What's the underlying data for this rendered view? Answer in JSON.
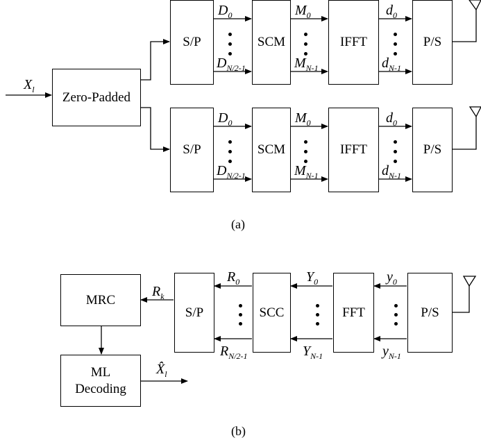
{
  "transmitter": {
    "input": {
      "main": "X",
      "sub": "l"
    },
    "zero_padded": "Zero-Padded",
    "branch": {
      "sp": "S/P",
      "scm": "SCM",
      "ifft": "IFFT",
      "ps": "P/S",
      "d_top": {
        "main": "D",
        "sub": "0"
      },
      "d_bot": {
        "main": "D",
        "sub": "N/2-1"
      },
      "m_top": {
        "main": "M",
        "sub": "0"
      },
      "m_bot": {
        "main": "M",
        "sub": "N-1"
      },
      "dl_top": {
        "main": "d",
        "sub": "0"
      },
      "dl_bot": {
        "main": "d",
        "sub": "N-1"
      }
    },
    "caption": "(a)"
  },
  "receiver": {
    "mrc": "MRC",
    "ml_decoding_line1": "ML",
    "ml_decoding_line2": "Decoding",
    "sp": "S/P",
    "scc": "SCC",
    "fft": "FFT",
    "ps": "P/S",
    "rk": {
      "main": "R",
      "sub": "k"
    },
    "r_top": {
      "main": "R",
      "sub": "0"
    },
    "r_bot": {
      "main": "R",
      "sub": "N/2-1"
    },
    "y_top": {
      "main": "Y",
      "sub": "0"
    },
    "y_bot": {
      "main": "Y",
      "sub": "N-1"
    },
    "yl_top": {
      "main": "y",
      "sub": "0"
    },
    "yl_bot": {
      "main": "y",
      "sub": "N-1"
    },
    "output": {
      "main": "X̂",
      "sub": "l"
    },
    "caption": "(b)"
  }
}
